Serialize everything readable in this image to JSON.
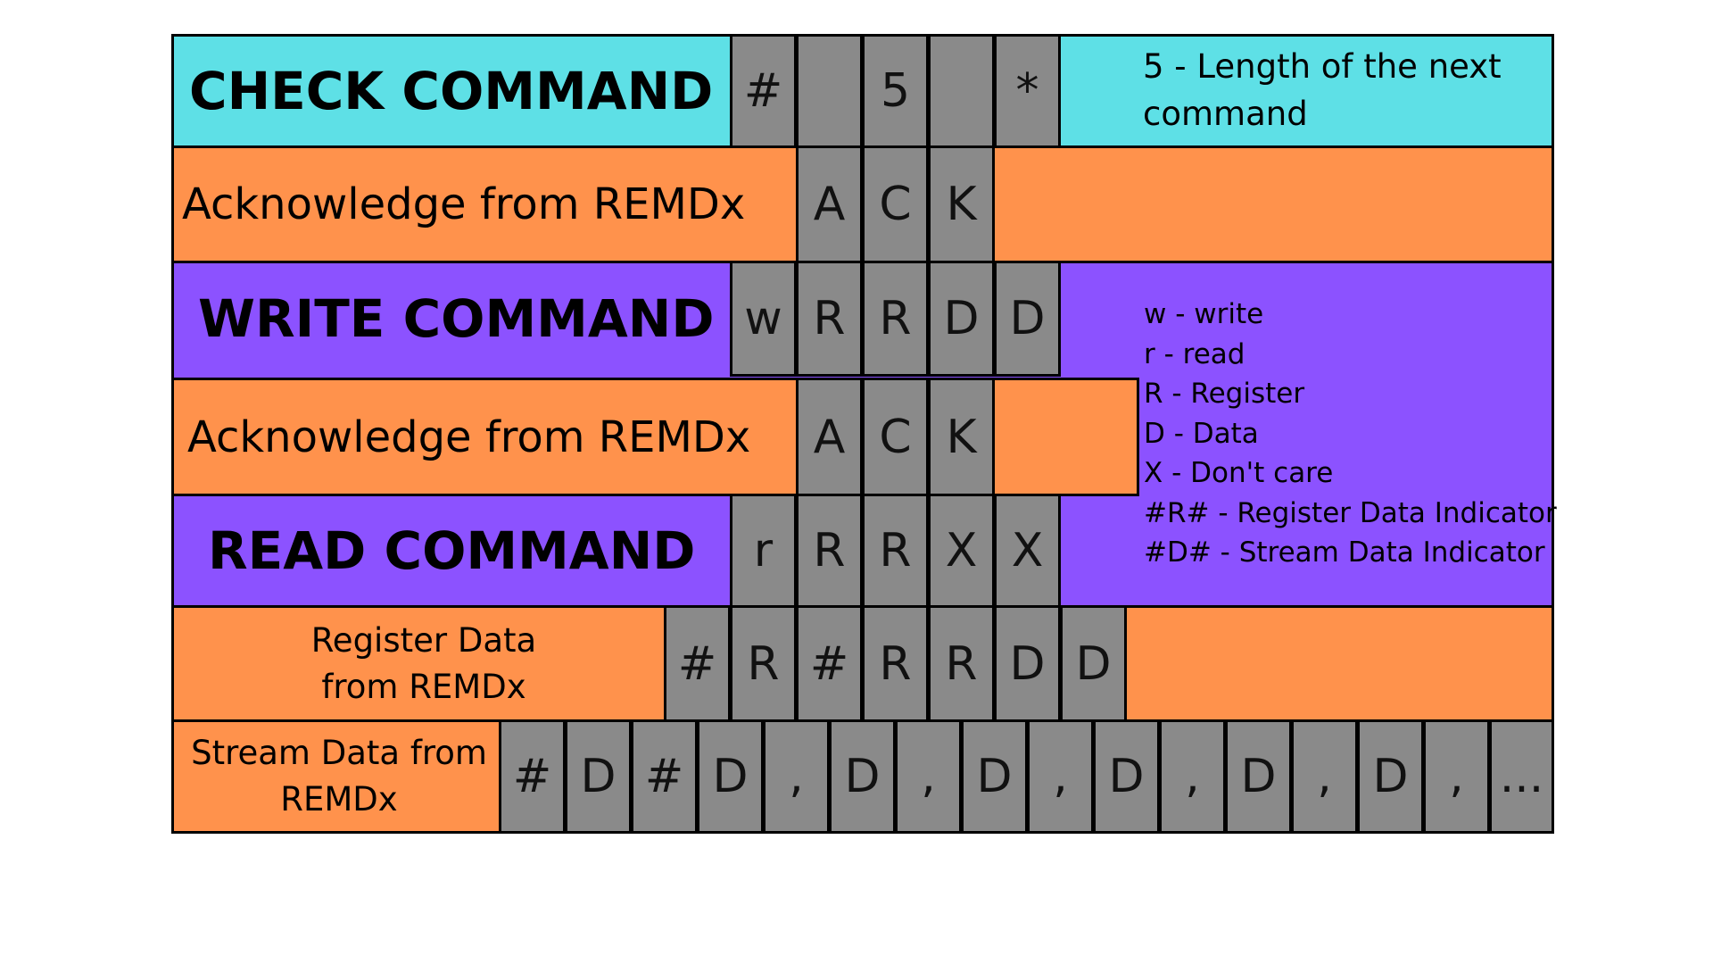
{
  "rows": {
    "check": {
      "label": "CHECK COMMAND",
      "cells": [
        "#",
        "",
        "5",
        "",
        "*"
      ],
      "note_line1": "5 - Length of the next",
      "note_line2": "command"
    },
    "ack1": {
      "label": "Acknowledge from REMDx",
      "cells": [
        "A",
        "C",
        "K"
      ]
    },
    "write": {
      "label": "WRITE COMMAND",
      "cells": [
        "w",
        "R",
        "R",
        "D",
        "D"
      ]
    },
    "ack2": {
      "label": "Acknowledge from REMDx",
      "cells": [
        "A",
        "C",
        "K"
      ]
    },
    "read": {
      "label": "READ COMMAND",
      "cells": [
        "r",
        "R",
        "R",
        "X",
        "X"
      ]
    },
    "register": {
      "label_line1": "Register Data",
      "label_line2": "from REMDx",
      "cells": [
        "#",
        "R",
        "#",
        "R",
        "R",
        "D",
        "D"
      ]
    },
    "stream": {
      "label_line1": "Stream Data from",
      "label_line2": "REMDx",
      "cells": [
        "#",
        "D",
        "#",
        "D",
        ",",
        "D",
        ",",
        "D",
        ",",
        "D",
        ",",
        "D",
        ",",
        "D",
        ",",
        "..."
      ]
    }
  },
  "legend": [
    "w - write",
    "r - read",
    "R - Register",
    "D - Data",
    "X - Don't care",
    "#R# - Register Data Indicator",
    "#D# - Stream Data Indicator"
  ],
  "colors": {
    "cyan": "#5ee0e6",
    "orange": "#ff924c",
    "purple": "#8c52ff",
    "cell_gray": "#8a8a8a"
  }
}
